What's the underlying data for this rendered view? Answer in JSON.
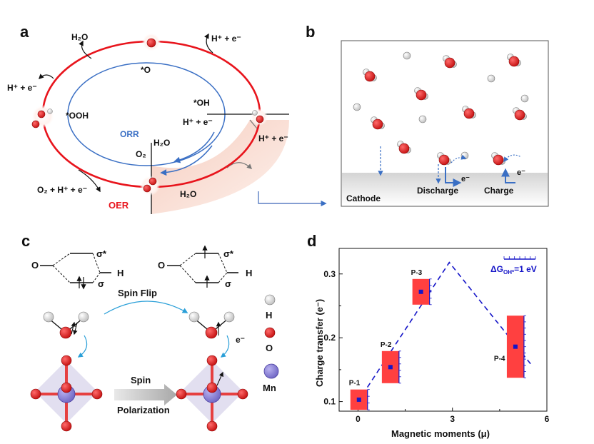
{
  "panels": {
    "a": {
      "letter": "a",
      "h2o_top": "H₂O",
      "hplus_top_right": "H⁺ + e⁻",
      "hplus_left": "H⁺ + e⁻",
      "star_o": "*O",
      "star_ooh": "*OOH",
      "star_oh": "*OH",
      "hplus_mid": "H⁺ + e⁻",
      "hplus_right": "H⁺ + e⁻",
      "orr": "ORR",
      "h2o_inner": "H₂O",
      "o2_inner": "O₂",
      "o2_bottom": "O₂ + H⁺ + e⁻",
      "oer": "OER",
      "h2o_bottom": "H₂O"
    },
    "b": {
      "letter": "b",
      "cathode": "Cathode",
      "discharge": "Discharge",
      "charge": "Charge",
      "e_discharge": "e⁻",
      "e_charge": "e⁻"
    },
    "c": {
      "letter": "c",
      "o_left": "O",
      "h_left": "H",
      "sigma_star_left": "σ*",
      "sigma_left": "σ",
      "o_right": "O",
      "h_right": "H",
      "sigma_star_right": "σ*",
      "sigma_right": "σ",
      "spin_flip": "Spin Flip",
      "spin": "Spin",
      "polarization": "Polarization",
      "e_minus": "e⁻",
      "legend": {
        "h": "H",
        "o": "O",
        "mn": "Mn"
      }
    },
    "d": {
      "letter": "d"
    }
  },
  "colors": {
    "oer_red": "#e8141c",
    "orr_blue": "#3a6fc4",
    "oxygen": "#d42020",
    "hydrogen": "#e6e6e6",
    "manganese": "#8a80d6",
    "bar_red": "#ff4040",
    "fit_blue": "#1515c8"
  },
  "chart_data": {
    "type": "scatter",
    "xlabel": "Magnetic moments (μ)",
    "ylabel": "Charge transfer (e⁻)",
    "xlim": [
      -0.6,
      6
    ],
    "ylim": [
      0.085,
      0.34
    ],
    "xticks": [
      "0",
      "3",
      "6"
    ],
    "yticks": [
      "0.1",
      "0.2",
      "0.3"
    ],
    "scale_bar_label": "ΔG",
    "scale_bar_sub": "OH*",
    "scale_bar_value": "=1 eV",
    "points": [
      {
        "label": "P-1",
        "x": 0.03,
        "y": 0.103,
        "dG": 0.95
      },
      {
        "label": "P-2",
        "x": 1.03,
        "y": 0.154,
        "dG": 1.5
      },
      {
        "label": "P-3",
        "x": 2.0,
        "y": 0.272,
        "dG": 1.2
      },
      {
        "label": "P-4",
        "x": 5.0,
        "y": 0.186,
        "dG": 2.9
      }
    ],
    "trend": [
      {
        "x": 0.0,
        "y": 0.1
      },
      {
        "x": 2.9,
        "y": 0.318
      },
      {
        "x": 5.55,
        "y": 0.155
      }
    ]
  }
}
